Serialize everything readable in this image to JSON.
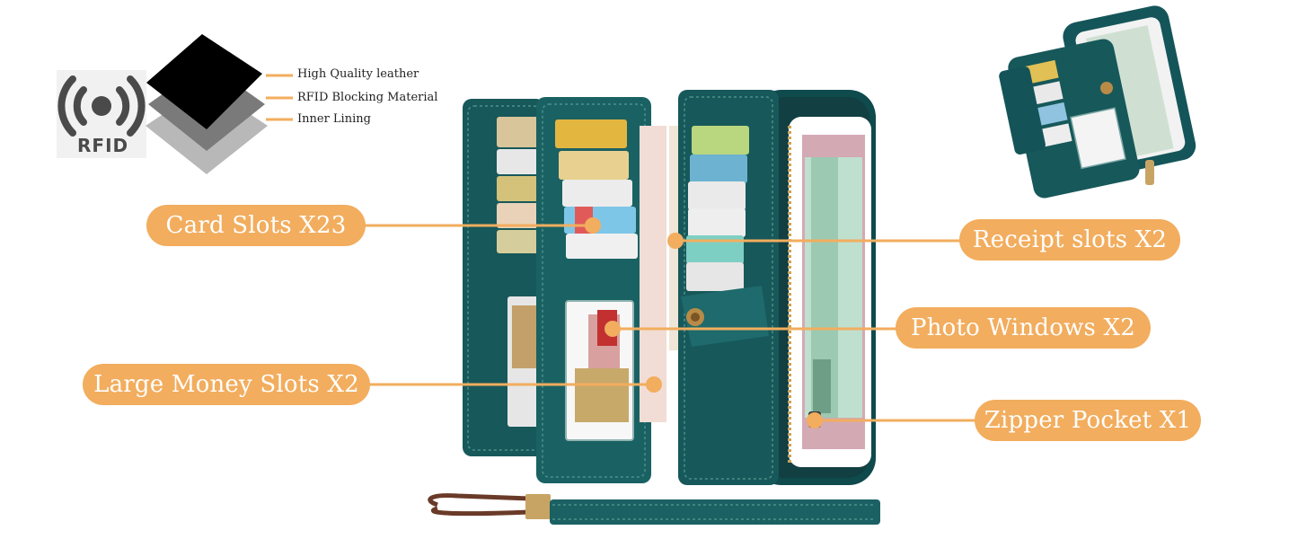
{
  "colors": {
    "accent": "#f2ad5e",
    "leather": "#17585a",
    "leather_dark": "#0d3f42",
    "layer_top": "#000000",
    "layer_mid": "#7a7a7a",
    "layer_bottom": "#b8b8b8"
  },
  "rfid": {
    "badge_text": "RFID",
    "layers": [
      {
        "label": "High Quality leather"
      },
      {
        "label": "RFID Blocking Material"
      },
      {
        "label": "Inner Lining"
      }
    ]
  },
  "callouts": {
    "card_slots": "Card Slots X23",
    "large_money_slots": "Large  Money Slots X2",
    "receipt_slots": "Receipt slots X2",
    "photo_windows": "Photo Windows X2",
    "zipper_pocket": "Zipper Pocket X1"
  }
}
